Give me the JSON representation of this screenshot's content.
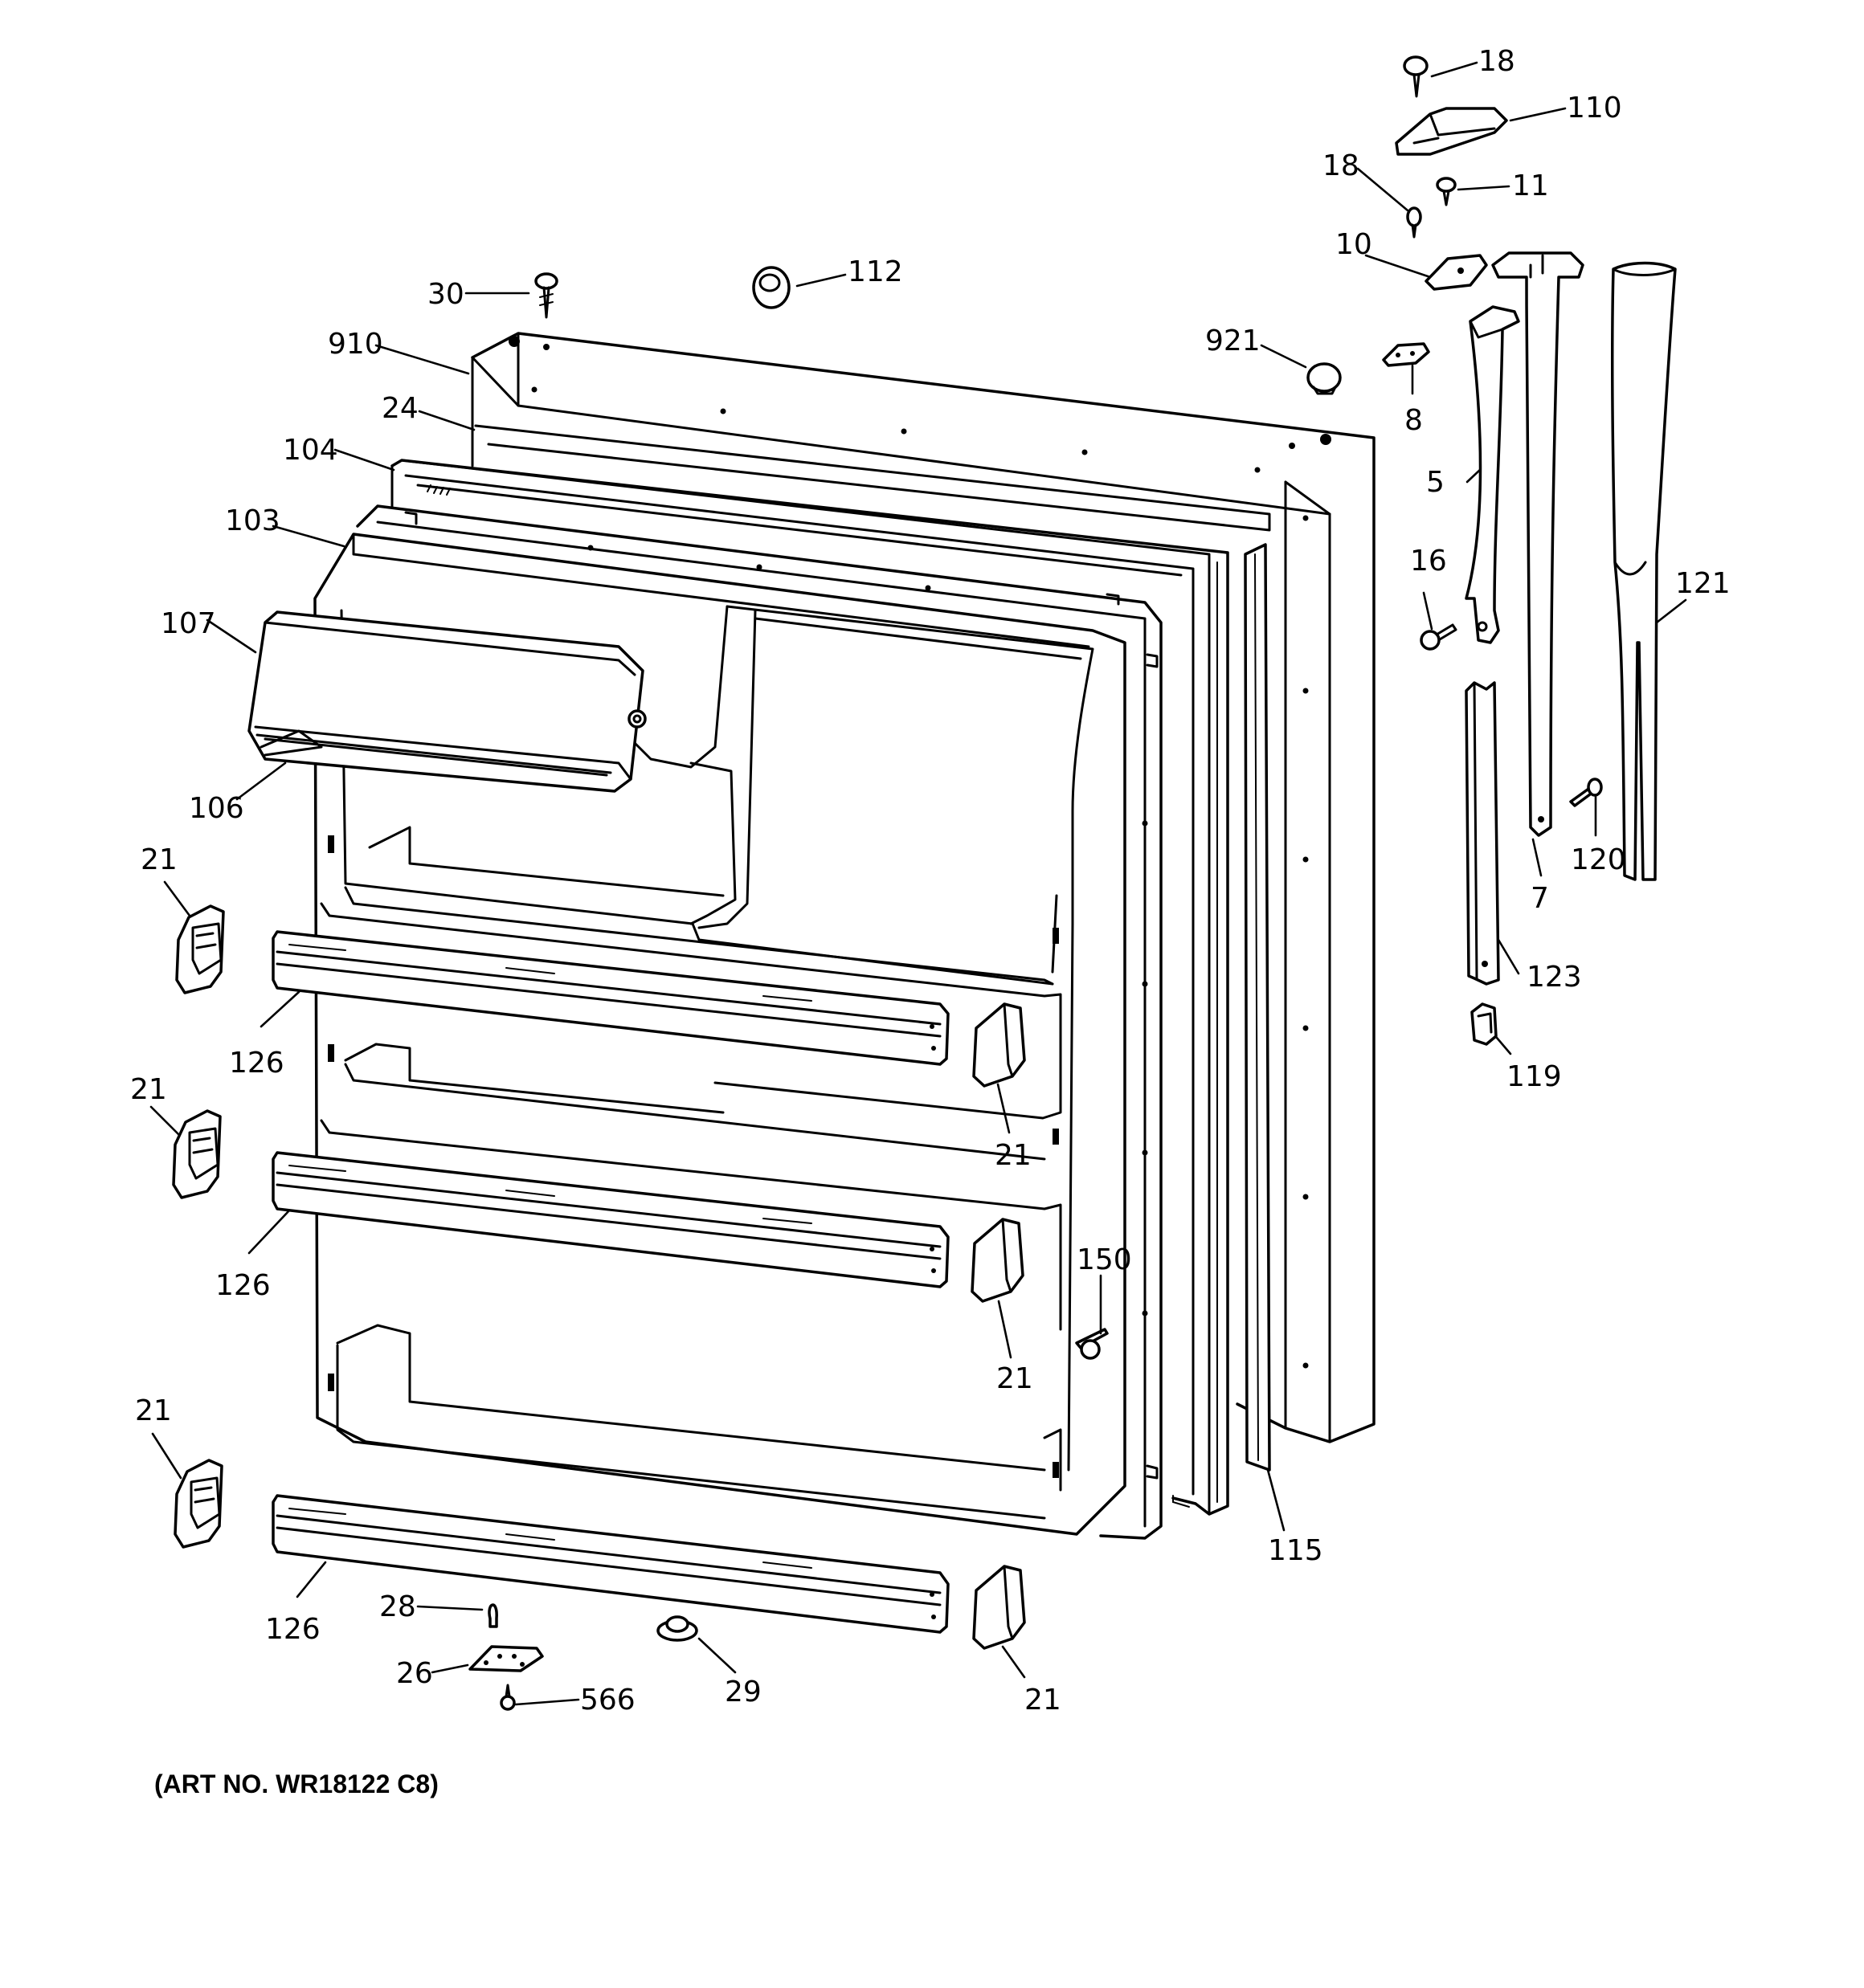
{
  "diagram": {
    "art_number": "(ART NO. WR18122 C8)",
    "callouts": {
      "c18a": "18",
      "c110": "110",
      "c18b": "18",
      "c11": "11",
      "c10": "10",
      "c30": "30",
      "c112": "112",
      "c910": "910",
      "c921": "921",
      "c24": "24",
      "c8": "8",
      "c104": "104",
      "c5": "5",
      "c103": "103",
      "c16": "16",
      "c107": "107",
      "c121": "121",
      "c106": "106",
      "c7": "7",
      "c120": "120",
      "c21a": "21",
      "c123": "123",
      "c126a": "126",
      "c119": "119",
      "c21b": "21",
      "c21c": "21",
      "c150": "150",
      "c126b": "126",
      "c21d": "21",
      "c21e": "21",
      "c115": "115",
      "c28": "28",
      "c126c": "126",
      "c26": "26",
      "c566": "566",
      "c29": "29",
      "c21f": "21"
    }
  }
}
